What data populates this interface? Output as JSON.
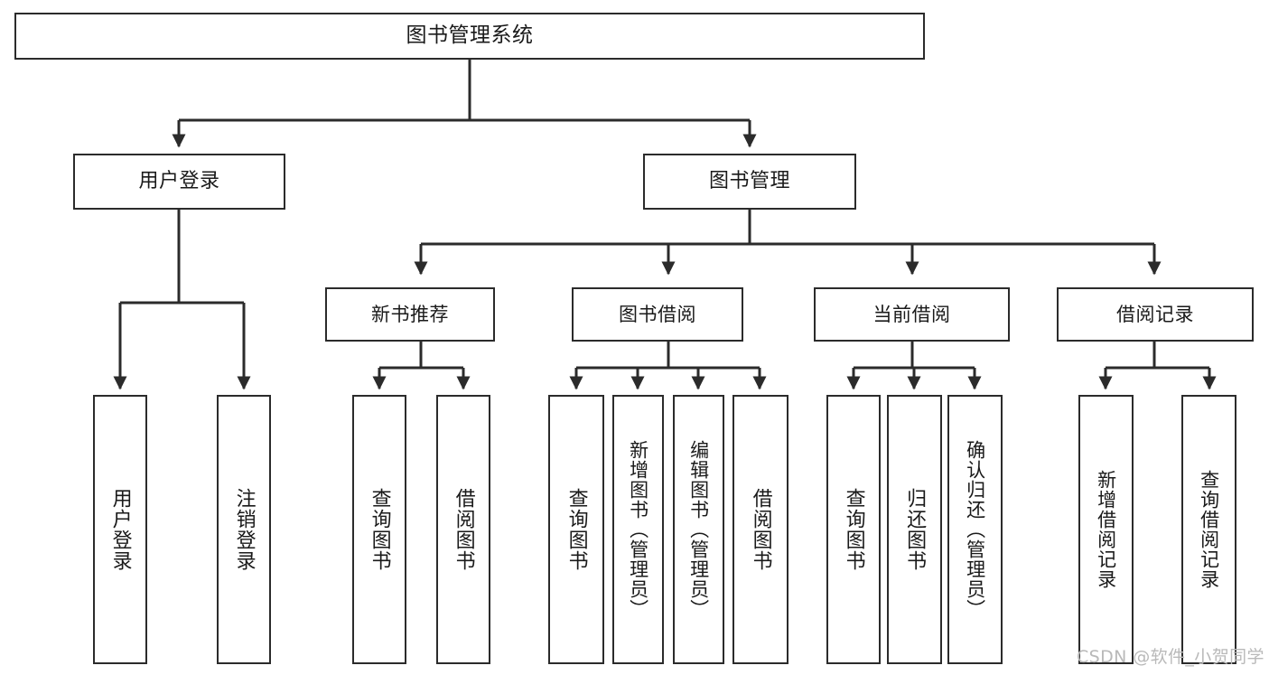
{
  "diagram": {
    "type": "tree",
    "title": "图书管理系统",
    "root": {
      "label": "图书管理系统"
    },
    "level2": [
      {
        "label": "用户登录"
      },
      {
        "label": "图书管理"
      }
    ],
    "level3": [
      {
        "label": "新书推荐"
      },
      {
        "label": "图书借阅"
      },
      {
        "label": "当前借阅"
      },
      {
        "label": "借阅记录"
      }
    ],
    "leaves": {
      "user_login": [
        {
          "label": "用户登录"
        },
        {
          "label": "注销登录"
        }
      ],
      "new_book_recommend": [
        {
          "label": "查询图书"
        },
        {
          "label": "借阅图书"
        }
      ],
      "book_borrow": [
        {
          "label": "查询图书"
        },
        {
          "label": "新增图书（管理员）"
        },
        {
          "label": "编辑图书（管理员）"
        },
        {
          "label": "借阅图书"
        }
      ],
      "current_borrow": [
        {
          "label": "查询图书"
        },
        {
          "label": "归还图书"
        },
        {
          "label": "确认归还（管理员）"
        }
      ],
      "borrow_record": [
        {
          "label": "新增借阅记录"
        },
        {
          "label": "查询借阅记录"
        }
      ]
    }
  },
  "watermark": {
    "text": "CSDN @软件_小贺同学"
  },
  "colors": {
    "stroke": "#2b2b2b",
    "fill": "#ffffff",
    "text": "#1a1a1a",
    "watermark": "#b9b9b9"
  }
}
